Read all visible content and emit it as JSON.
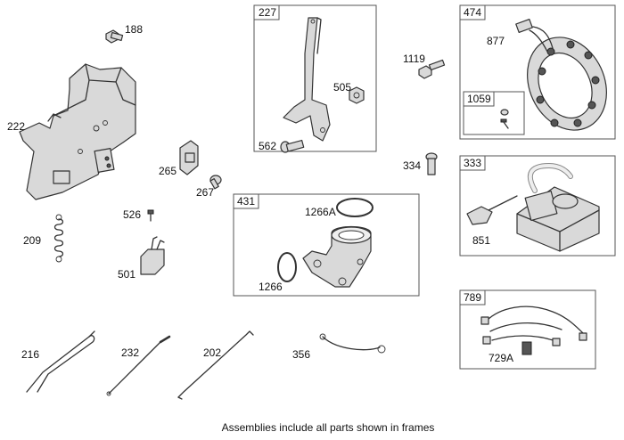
{
  "frames": {
    "f227": "227",
    "f474": "474",
    "f1059": "1059",
    "f431": "431",
    "f333": "333",
    "f789": "789"
  },
  "labels": {
    "p188": "188",
    "p222": "222",
    "p265": "265",
    "p267": "267",
    "p526": "526",
    "p209": "209",
    "p501": "501",
    "p505": "505",
    "p562": "562",
    "p1119": "1119",
    "p334": "334",
    "p877": "877",
    "p1266A": "1266A",
    "p1266": "1266",
    "p851": "851",
    "p216": "216",
    "p232": "232",
    "p202": "202",
    "p356": "356",
    "p729A": "729A"
  },
  "caption": "Assemblies include all parts shown in frames"
}
